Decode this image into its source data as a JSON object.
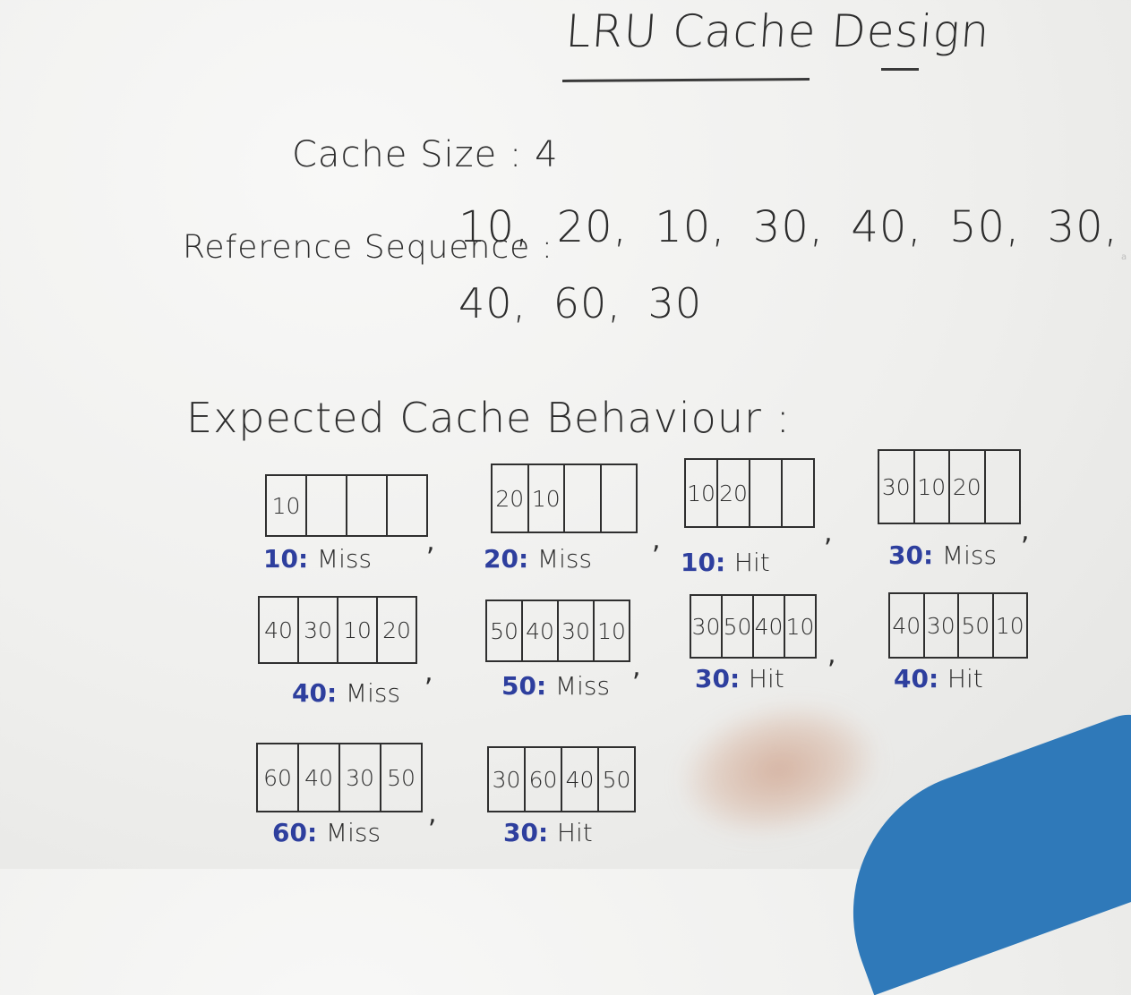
{
  "title": "LRU Cache Design",
  "cache_size_text": "Cache Size : 4",
  "reference": {
    "label": "Reference Sequence :",
    "line1": "10, 20, 10, 30, 40, 50, 30,",
    "line2": "40, 60, 30"
  },
  "behaviour_label": "Expected Cache Behaviour :",
  "steps": [
    {
      "slots": [
        "10",
        "",
        "",
        ""
      ],
      "key": "10",
      "result": "Miss"
    },
    {
      "slots": [
        "20",
        "10",
        "",
        ""
      ],
      "key": "20",
      "result": "Miss"
    },
    {
      "slots": [
        "10",
        "20",
        "",
        ""
      ],
      "key": "10",
      "result": "Hit"
    },
    {
      "slots": [
        "30",
        "10",
        "20",
        ""
      ],
      "key": "30",
      "result": "Miss"
    },
    {
      "slots": [
        "40",
        "30",
        "10",
        "20"
      ],
      "key": "40",
      "result": "Miss"
    },
    {
      "slots": [
        "50",
        "40",
        "30",
        "10"
      ],
      "key": "50",
      "result": "Miss"
    },
    {
      "slots": [
        "30",
        "50",
        "40",
        "10"
      ],
      "key": "30",
      "result": "Hit"
    },
    {
      "slots": [
        "40",
        "30",
        "50",
        "10"
      ],
      "key": "40",
      "result": "Hit"
    },
    {
      "slots": [
        "60",
        "40",
        "30",
        "50"
      ],
      "key": "60",
      "result": "Miss"
    },
    {
      "slots": [
        "30",
        "60",
        "40",
        "50"
      ],
      "key": "30",
      "result": "Hit"
    }
  ],
  "colors": {
    "ink": "#2d2d2d",
    "blue_ink": "#2e3f9e",
    "board": "#efefed",
    "sleeve": "#2f79b9"
  },
  "edge_mark": "a"
}
